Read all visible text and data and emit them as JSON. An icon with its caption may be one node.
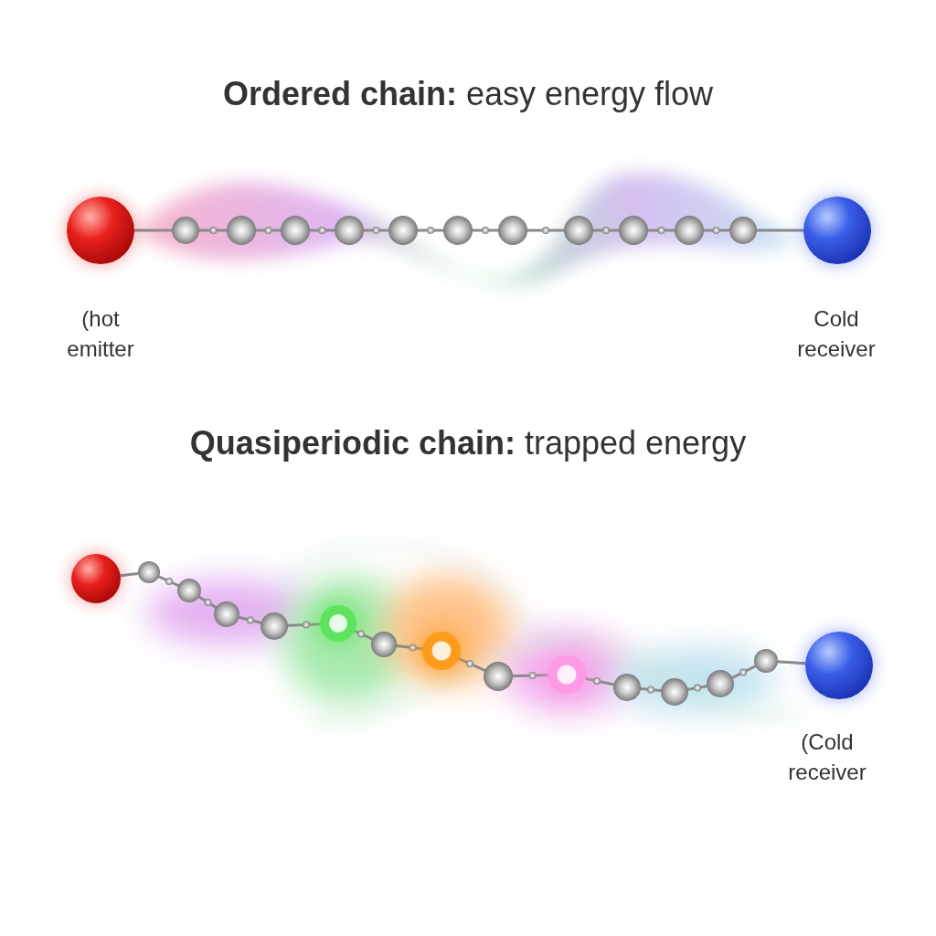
{
  "diagram": {
    "nodes": [
      {
        "text": [],
        "shape": "circle",
        "beside": [
          "(hot emitter"
        ]
      },
      {
        "text": [],
        "shape": "circle",
        "beside": [
          "Cold receiver"
        ]
      },
      {
        "text": [],
        "shape": "circle"
      },
      {
        "text": [],
        "shape": "circle",
        "beside": [
          "(Cold receiver"
        ]
      }
    ],
    "edges": [
      {
        "from": 0,
        "to": 1,
        "arrow": "none"
      },
      {
        "from": 2,
        "to": 3,
        "arrow": "none"
      }
    ],
    "labels": [
      "**Ordered chain:** easy energy flow",
      "**Quasiperiodic chain:** trapped energy"
    ]
  }
}
